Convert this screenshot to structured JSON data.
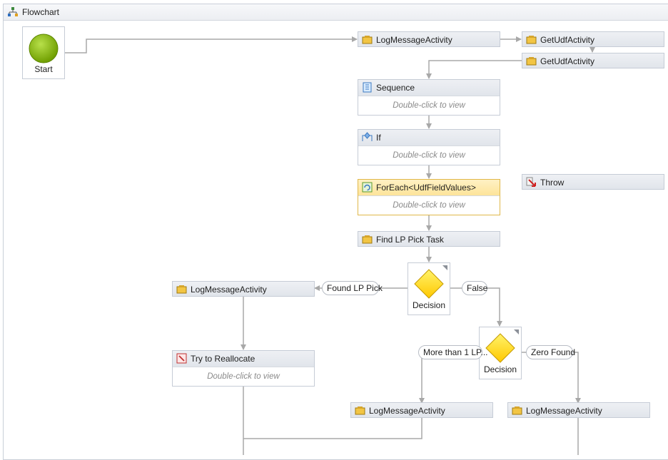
{
  "designer": {
    "title": "Flowchart"
  },
  "start": {
    "label": "Start"
  },
  "activities": {
    "log1": {
      "label": "LogMessageActivity"
    },
    "getudf1": {
      "label": "GetUdfActivity"
    },
    "getudf2": {
      "label": "GetUdfActivity"
    },
    "sequence": {
      "label": "Sequence",
      "hint": "Double-click to view"
    },
    "if": {
      "label": "If",
      "hint": "Double-click to view"
    },
    "foreach": {
      "label": "ForEach<UdfFieldValues>",
      "hint": "Double-click to view"
    },
    "throw": {
      "label": "Throw"
    },
    "findlp": {
      "label": "Find LP Pick Task"
    },
    "log_found": {
      "label": "LogMessageActivity"
    },
    "reallocate": {
      "label": "Try to Reallocate",
      "hint": "Double-click to view"
    },
    "log_more": {
      "label": "LogMessageActivity"
    },
    "log_zero": {
      "label": "LogMessageActivity"
    }
  },
  "decisions": {
    "d1": {
      "label": "Decision",
      "true_label": "Found LP Pick",
      "false_label": "False"
    },
    "d2": {
      "label": "Decision",
      "true_label": "More than 1 LP...",
      "false_label": "Zero Found"
    }
  },
  "colors": {
    "accent_green": "#7fb000",
    "decision_yellow": "#ffd700",
    "wire": "#a8a8a8",
    "selected_border": "#e0b84a"
  }
}
